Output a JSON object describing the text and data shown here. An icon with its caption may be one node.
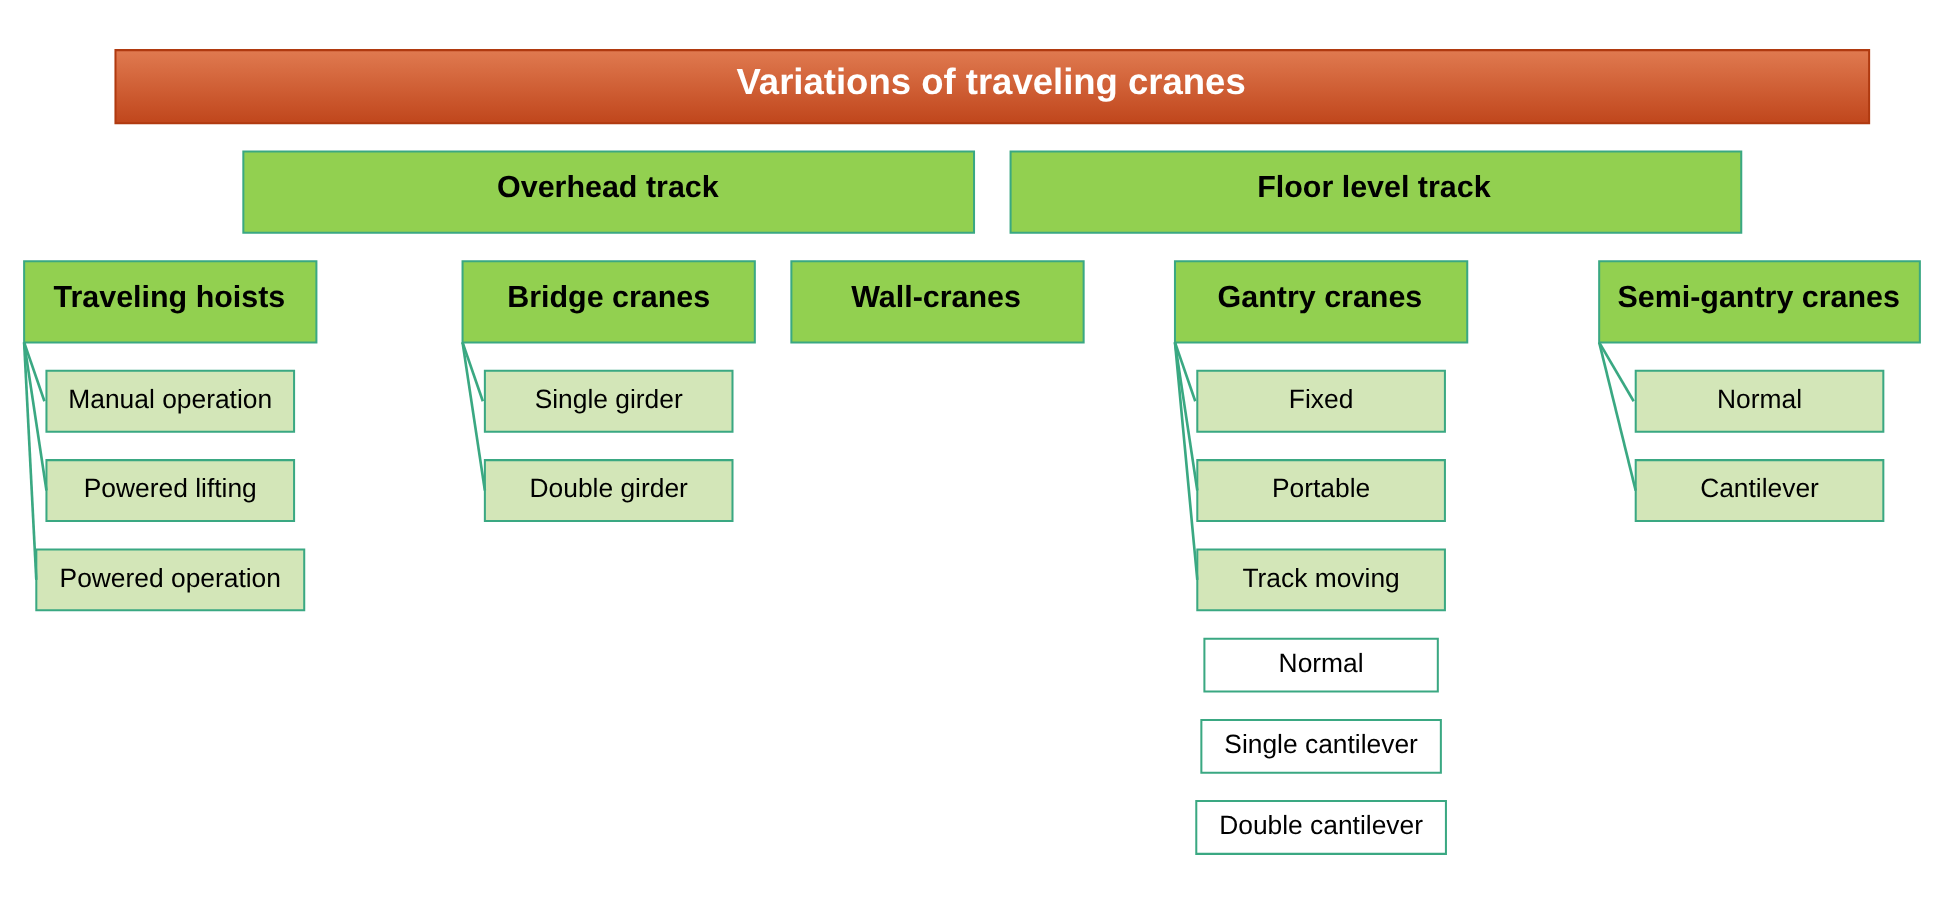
{
  "diagram": {
    "nodes": [
      {
        "text": [
          "Variations of traveling cranes"
        ]
      },
      {
        "text": [
          "Overhead track"
        ]
      },
      {
        "text": [
          "Floor level track"
        ]
      },
      {
        "text": [
          "Traveling hoists"
        ]
      },
      {
        "text": [
          "Bridge cranes"
        ]
      },
      {
        "text": [
          "Wall-cranes"
        ]
      },
      {
        "text": [
          "Gantry cranes"
        ]
      },
      {
        "text": [
          "Semi-gantry cranes"
        ]
      },
      {
        "text": [
          "Manual operation"
        ]
      },
      {
        "text": [
          "Single girder"
        ]
      },
      {
        "text": [
          "Fixed"
        ]
      },
      {
        "text": [
          "Normal"
        ]
      },
      {
        "text": [
          "Powered lifting"
        ]
      },
      {
        "text": [
          "Double girder"
        ]
      },
      {
        "text": [
          "Portable"
        ]
      },
      {
        "text": [
          "Cantilever"
        ]
      },
      {
        "text": [
          "Powered operation"
        ]
      },
      {
        "text": [
          "Track moving"
        ]
      },
      {
        "text": [
          "Normal"
        ]
      },
      {
        "text": [
          "Single cantilever"
        ]
      },
      {
        "text": [
          "Double cantilever"
        ]
      }
    ],
    "edges": [
      {
        "from": 3,
        "to": 8,
        "arrow": "none"
      },
      {
        "from": 3,
        "to": 12,
        "arrow": "none"
      },
      {
        "from": 3,
        "to": 16,
        "arrow": "none"
      },
      {
        "from": 4,
        "to": 9,
        "arrow": "none"
      },
      {
        "from": 4,
        "to": 13,
        "arrow": "none"
      },
      {
        "from": 6,
        "to": 10,
        "arrow": "none"
      },
      {
        "from": 6,
        "to": 14,
        "arrow": "none"
      },
      {
        "from": 6,
        "to": 17,
        "arrow": "none"
      },
      {
        "from": 7,
        "to": 11,
        "arrow": "none"
      },
      {
        "from": 7,
        "to": 15,
        "arrow": "none"
      }
    ]
  }
}
